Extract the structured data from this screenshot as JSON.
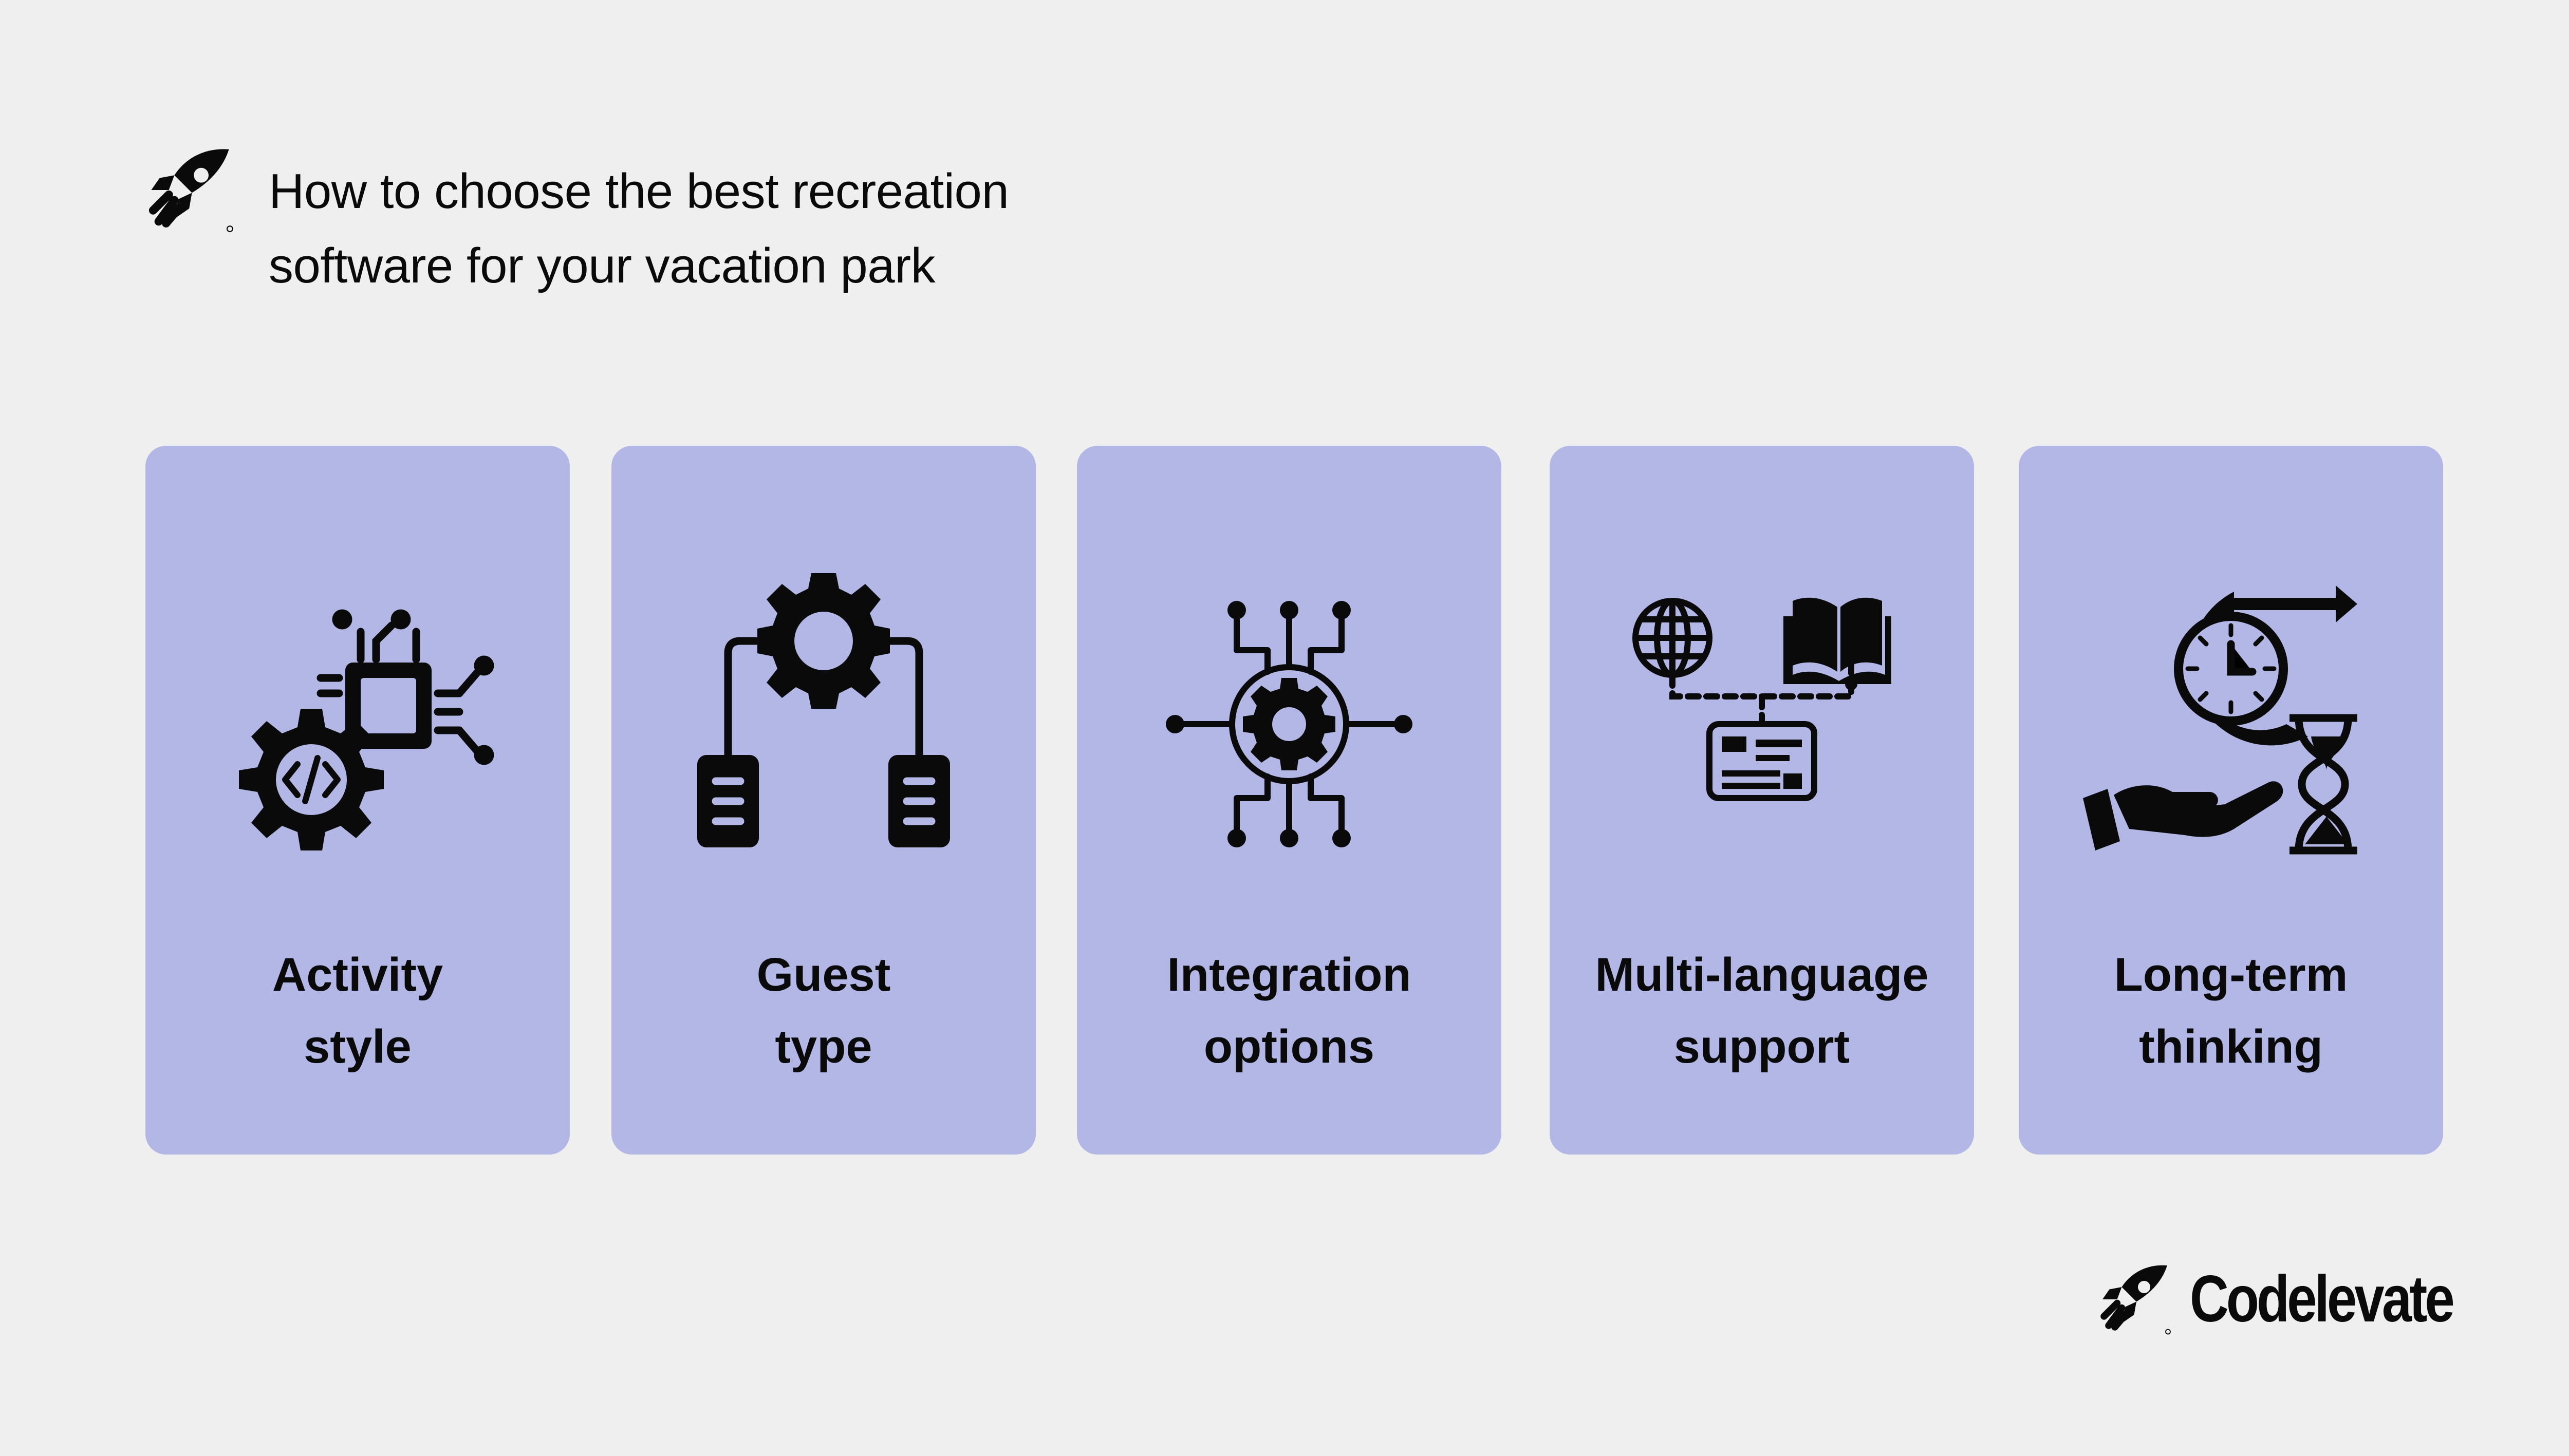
{
  "header": {
    "title_line1": "How to choose the best recreation",
    "title_line2": "software for your vacation park",
    "logo_icon": "rocket-logo-icon"
  },
  "colors": {
    "background": "#efefef",
    "card": "#b2b7e5",
    "ink": "#0a0a0a"
  },
  "cards": [
    {
      "icon": "chip-gear-code-icon",
      "line1": "Activity",
      "line2": "style"
    },
    {
      "icon": "gear-flowchart-icon",
      "line1": "Guest",
      "line2": "type"
    },
    {
      "icon": "integration-hub-icon",
      "line1": "Integration",
      "line2": "options"
    },
    {
      "icon": "globe-book-id-card-icon",
      "line1": "Multi-language",
      "line2": "support"
    },
    {
      "icon": "clock-hourglass-hand-icon",
      "line1": "Long-term",
      "line2": "thinking"
    }
  ],
  "brand": {
    "name": "Codelevate",
    "logo_icon": "rocket-logo-icon"
  }
}
